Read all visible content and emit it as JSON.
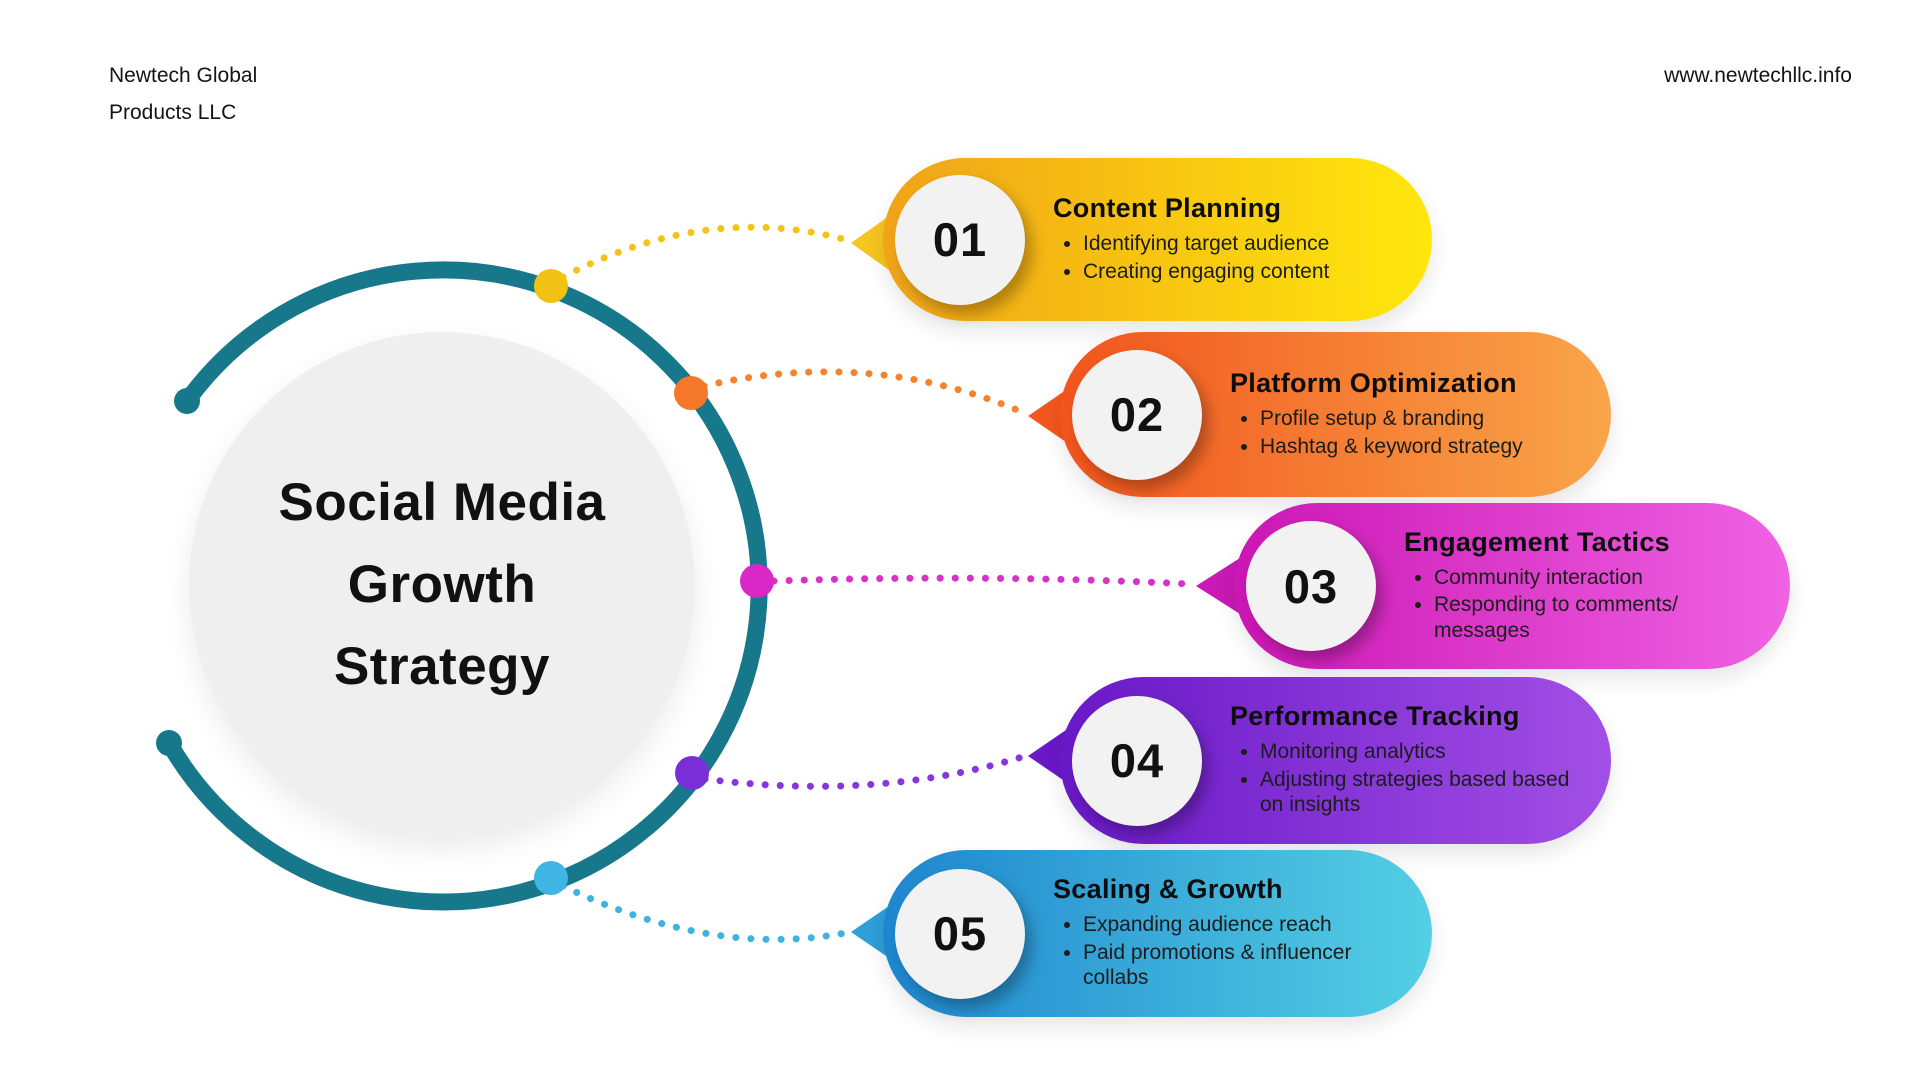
{
  "header": {
    "company_lines": [
      "Newtech Global",
      "Products LLC"
    ],
    "website": "www.newtechllc.info"
  },
  "center": {
    "title_lines": [
      "Social Media",
      "Growth",
      "Strategy"
    ],
    "ring_color": "#16788a",
    "circle_color": "#efefef"
  },
  "steps": [
    {
      "number": "01",
      "title": "Content Planning",
      "bullets": [
        "Identifying target audience",
        "Creating engaging content"
      ],
      "gradient_start": "#f0a318",
      "gradient_end": "#ffe70c",
      "dot_color": "#f3c113",
      "connector_color": "#f4c318",
      "arrow_color": "#f6c51e"
    },
    {
      "number": "02",
      "title": "Platform Optimization",
      "bullets": [
        "Profile setup & branding",
        "Hashtag & keyword strategy"
      ],
      "gradient_start": "#f1541c",
      "gradient_end": "#f9a54a",
      "dot_color": "#f4772a",
      "connector_color": "#f4832d",
      "arrow_color": "#f2571d"
    },
    {
      "number": "03",
      "title": "Engagement Tactics",
      "bullets": [
        "Community interaction",
        "Responding to comments/ messages"
      ],
      "gradient_start": "#cb16b4",
      "gradient_end": "#ef62e3",
      "dot_color": "#d829c8",
      "connector_color": "#d632c8",
      "arrow_color": "#c919b6"
    },
    {
      "number": "04",
      "title": "Performance Tracking",
      "bullets": [
        "Monitoring analytics",
        "Adjusting strategies based based on insights"
      ],
      "gradient_start": "#6818c6",
      "gradient_end": "#a24fe6",
      "dot_color": "#7a2ed8",
      "connector_color": "#8a35dc",
      "arrow_color": "#6a18c8"
    },
    {
      "number": "05",
      "title": "Scaling & Growth",
      "bullets": [
        "Expanding audience reach",
        "Paid promotions & influencer collabs"
      ],
      "gradient_start": "#1e86ce",
      "gradient_end": "#54cfe4",
      "dot_color": "#3eb5e2",
      "connector_color": "#3fb2df",
      "arrow_color": "#2e9fd8"
    }
  ]
}
